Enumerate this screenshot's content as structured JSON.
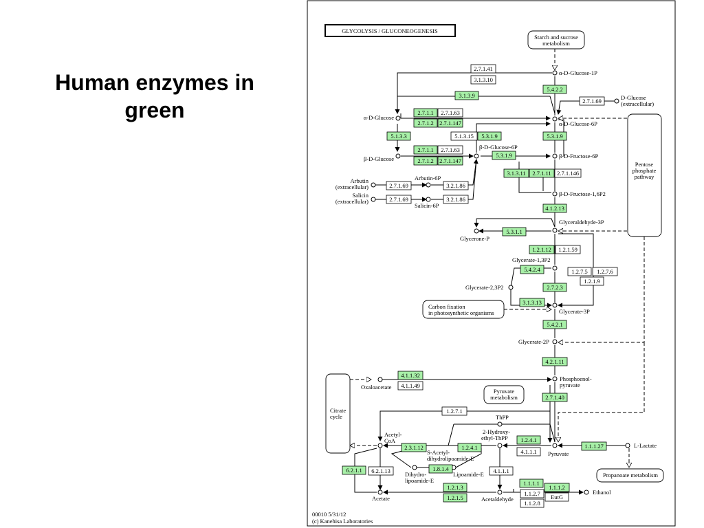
{
  "slide": {
    "title_line1": "Human enzymes in",
    "title_line2": "green"
  },
  "map": {
    "title": "GLYCOLYSIS / GLUCONEOGENESIS",
    "footer_line1": "00010 5/31/12",
    "footer_line2": "(c) Kanehisa Laboratories"
  },
  "colors": {
    "human_enzyme": "#a8f0a8",
    "other_enzyme": "#ffffff",
    "border": "#000000"
  },
  "enzymes": [
    {
      "id": "e-2-7-1-41",
      "label": "2.7.1.41",
      "human": false
    },
    {
      "id": "e-3-1-3-10",
      "label": "3.1.3.10",
      "human": false
    },
    {
      "id": "e-5-4-2-2",
      "label": "5.4.2.2",
      "human": true
    },
    {
      "id": "e-3-1-3-9",
      "label": "3.1.3.9",
      "human": true
    },
    {
      "id": "e-2-7-1-69-top",
      "label": "2.7.1.69",
      "human": false
    },
    {
      "id": "e-2-7-1-1-a",
      "label": "2.7.1.1",
      "human": true
    },
    {
      "id": "e-2-7-1-63-a",
      "label": "2.7.1.63",
      "human": false
    },
    {
      "id": "e-2-7-1-2-a",
      "label": "2.7.1.2",
      "human": true
    },
    {
      "id": "e-2-7-1-147-a",
      "label": "2.7.1.147",
      "human": true
    },
    {
      "id": "e-5-1-3-3",
      "label": "5.1.3.3",
      "human": true
    },
    {
      "id": "e-5-1-3-15",
      "label": "5.1.3.15",
      "human": false
    },
    {
      "id": "e-5-3-1-9-a",
      "label": "5.3.1.9",
      "human": true
    },
    {
      "id": "e-5-3-1-9-b",
      "label": "5.3.1.9",
      "human": true
    },
    {
      "id": "e-2-7-1-1-b",
      "label": "2.7.1.1",
      "human": true
    },
    {
      "id": "e-2-7-1-63-b",
      "label": "2.7.1.63",
      "human": false
    },
    {
      "id": "e-2-7-1-2-b",
      "label": "2.7.1.2",
      "human": true
    },
    {
      "id": "e-2-7-1-147-b",
      "label": "2.7.1.147",
      "human": true
    },
    {
      "id": "e-5-3-1-9-c",
      "label": "5.3.1.9",
      "human": true
    },
    {
      "id": "e-3-1-3-11",
      "label": "3.1.3.11",
      "human": true
    },
    {
      "id": "e-2-7-1-11",
      "label": "2.7.1.11",
      "human": true
    },
    {
      "id": "e-2-7-1-146",
      "label": "2.7.1.146",
      "human": false
    },
    {
      "id": "e-2-7-1-69-b",
      "label": "2.7.1.69",
      "human": false
    },
    {
      "id": "e-3-2-1-86-a",
      "label": "3.2.1.86",
      "human": false
    },
    {
      "id": "e-2-7-1-69-c",
      "label": "2.7.1.69",
      "human": false
    },
    {
      "id": "e-3-2-1-86-b",
      "label": "3.2.1.86",
      "human": false
    },
    {
      "id": "e-4-1-2-13",
      "label": "4.1.2.13",
      "human": true
    },
    {
      "id": "e-5-3-1-1",
      "label": "5.3.1.1",
      "human": true
    },
    {
      "id": "e-1-2-1-12",
      "label": "1.2.1.12",
      "human": true
    },
    {
      "id": "e-1-2-1-59",
      "label": "1.2.1.59",
      "human": false
    },
    {
      "id": "e-5-4-2-4",
      "label": "5.4.2.4",
      "human": true
    },
    {
      "id": "e-1-2-7-5",
      "label": "1.2.7.5",
      "human": false
    },
    {
      "id": "e-1-2-7-6",
      "label": "1.2.7.6",
      "human": false
    },
    {
      "id": "e-1-2-1-9",
      "label": "1.2.1.9",
      "human": false
    },
    {
      "id": "e-2-7-2-3",
      "label": "2.7.2.3",
      "human": true
    },
    {
      "id": "e-3-1-3-13",
      "label": "3.1.3.13",
      "human": true
    },
    {
      "id": "e-5-4-2-1",
      "label": "5.4.2.1",
      "human": true
    },
    {
      "id": "e-4-2-1-11",
      "label": "4.2.1.11",
      "human": true
    },
    {
      "id": "e-4-1-1-32",
      "label": "4.1.1.32",
      "human": true
    },
    {
      "id": "e-4-1-1-49",
      "label": "4.1.1.49",
      "human": false
    },
    {
      "id": "e-2-7-1-40",
      "label": "2.7.1.40",
      "human": true
    },
    {
      "id": "e-1-2-7-1",
      "label": "1.2.7.1",
      "human": false
    },
    {
      "id": "e-1-2-4-1-a",
      "label": "1.2.4.1",
      "human": true
    },
    {
      "id": "e-1-2-4-1-b",
      "label": "1.2.4.1",
      "human": true
    },
    {
      "id": "e-2-3-1-12",
      "label": "2.3.1.12",
      "human": true
    },
    {
      "id": "e-4-1-1-1-a",
      "label": "4.1.1.1",
      "human": false
    },
    {
      "id": "e-1-1-1-27",
      "label": "1.1.1.27",
      "human": true
    },
    {
      "id": "e-1-8-1-4",
      "label": "1.8.1.4",
      "human": true
    },
    {
      "id": "e-4-1-1-1-b",
      "label": "4.1.1.1",
      "human": false
    },
    {
      "id": "e-6-2-1-1",
      "label": "6.2.1.1",
      "human": true
    },
    {
      "id": "e-6-2-1-13",
      "label": "6.2.1.13",
      "human": false
    },
    {
      "id": "e-1-2-1-3",
      "label": "1.2.1.3",
      "human": true
    },
    {
      "id": "e-1-2-1-5",
      "label": "1.2.1.5",
      "human": true
    },
    {
      "id": "e-1-1-1-1",
      "label": "1.1.1.1",
      "human": true
    },
    {
      "id": "e-1-1-1-2",
      "label": "1.1.1.2",
      "human": true
    },
    {
      "id": "e-1-1-2-7",
      "label": "1.1.2.7",
      "human": false
    },
    {
      "id": "e-1-1-2-8",
      "label": "1.1.2.8",
      "human": false
    },
    {
      "id": "e-eutg",
      "label": "EutG",
      "human": false
    }
  ],
  "compounds": [
    {
      "id": "c-a-d-glucose-1p",
      "label": "α-D-Glucose-1P"
    },
    {
      "id": "c-d-glucose-ext-1",
      "label": "D-Glucose"
    },
    {
      "id": "c-d-glucose-ext-2",
      "label": "(extracellular)"
    },
    {
      "id": "c-a-d-glucose",
      "label": "α-D-Glucose"
    },
    {
      "id": "c-a-d-glucose-6p",
      "label": "α-D-Glucose-6P"
    },
    {
      "id": "c-b-d-glucose-6p",
      "label": "β-D-Glucose-6P"
    },
    {
      "id": "c-b-d-glucose",
      "label": "β-D-Glucose"
    },
    {
      "id": "c-b-d-fructose-6p",
      "label": "β-D-Fructose-6P"
    },
    {
      "id": "c-arbutin-6p",
      "label": "Arbutin-6P"
    },
    {
      "id": "c-arbutin-1",
      "label": "Arbutin"
    },
    {
      "id": "c-arbutin-2",
      "label": "(extracellular)"
    },
    {
      "id": "c-salicin-1",
      "label": "Salicin"
    },
    {
      "id": "c-salicin-2",
      "label": "(extracellular)"
    },
    {
      "id": "c-salicin-6p",
      "label": "Salicin-6P"
    },
    {
      "id": "c-b-d-fructose-16p",
      "label": "β-D-Fructose-1,6P2"
    },
    {
      "id": "c-glyceraldehyde-3p",
      "label": "Glyceraldehyde-3P"
    },
    {
      "id": "c-glycerone-p",
      "label": "Glycerone-P"
    },
    {
      "id": "c-glycerate-13p",
      "label": "Glycerate-1,3P2"
    },
    {
      "id": "c-glycerate-23p",
      "label": "Glycerate-2,3P2"
    },
    {
      "id": "c-glycerate-3p",
      "label": "Glycerate-3P"
    },
    {
      "id": "c-glycerate-2p",
      "label": "Glycerate-2P"
    },
    {
      "id": "c-pep-1",
      "label": "Phosphoenol-"
    },
    {
      "id": "c-pep-2",
      "label": "pyruvate"
    },
    {
      "id": "c-oxaloacetate",
      "label": "Oxaloacetate"
    },
    {
      "id": "c-thpp",
      "label": "ThPP"
    },
    {
      "id": "c-hydroxyethyl-1",
      "label": "2-Hydroxy-"
    },
    {
      "id": "c-hydroxyethyl-2",
      "label": "ethyl-ThPP"
    },
    {
      "id": "c-acetyl-coa-1",
      "label": "Acetyl-"
    },
    {
      "id": "c-acetyl-coa-2",
      "label": "CoA"
    },
    {
      "id": "c-s-acetyl-1",
      "label": "S-Acetyl-"
    },
    {
      "id": "c-s-acetyl-2",
      "label": "dihydrolipoamide-E"
    },
    {
      "id": "c-pyruvate",
      "label": "Pyruvate"
    },
    {
      "id": "c-l-lactate",
      "label": "L-Lactate"
    },
    {
      "id": "c-dihydro-1",
      "label": "Dihydro-"
    },
    {
      "id": "c-dihydro-2",
      "label": "lipoamide-E"
    },
    {
      "id": "c-lipoamide-e",
      "label": "Lipoamide-E"
    },
    {
      "id": "c-acetate",
      "label": "Acetate"
    },
    {
      "id": "c-acetaldehyde",
      "label": "Acetaldehyde"
    },
    {
      "id": "c-ethanol",
      "label": "Ethanol"
    }
  ],
  "pathways": [
    {
      "id": "p-starch-1",
      "label": "Starch and sucrose"
    },
    {
      "id": "p-starch-2",
      "label": "metabolism"
    },
    {
      "id": "p-pentose-1",
      "label": "Pentose"
    },
    {
      "id": "p-pentose-2",
      "label": "phosphate"
    },
    {
      "id": "p-pentose-3",
      "label": "pathway"
    },
    {
      "id": "p-carbon-1",
      "label": "Carbon fixation"
    },
    {
      "id": "p-carbon-2",
      "label": "in photosynthetic organisms"
    },
    {
      "id": "p-pyruvate-1",
      "label": "Pyruvate"
    },
    {
      "id": "p-pyruvate-2",
      "label": "metabolism"
    },
    {
      "id": "p-citrate-1",
      "label": "Citrate"
    },
    {
      "id": "p-citrate-2",
      "label": "cycle"
    },
    {
      "id": "p-propanoate",
      "label": "Propanoate metabolism"
    }
  ]
}
